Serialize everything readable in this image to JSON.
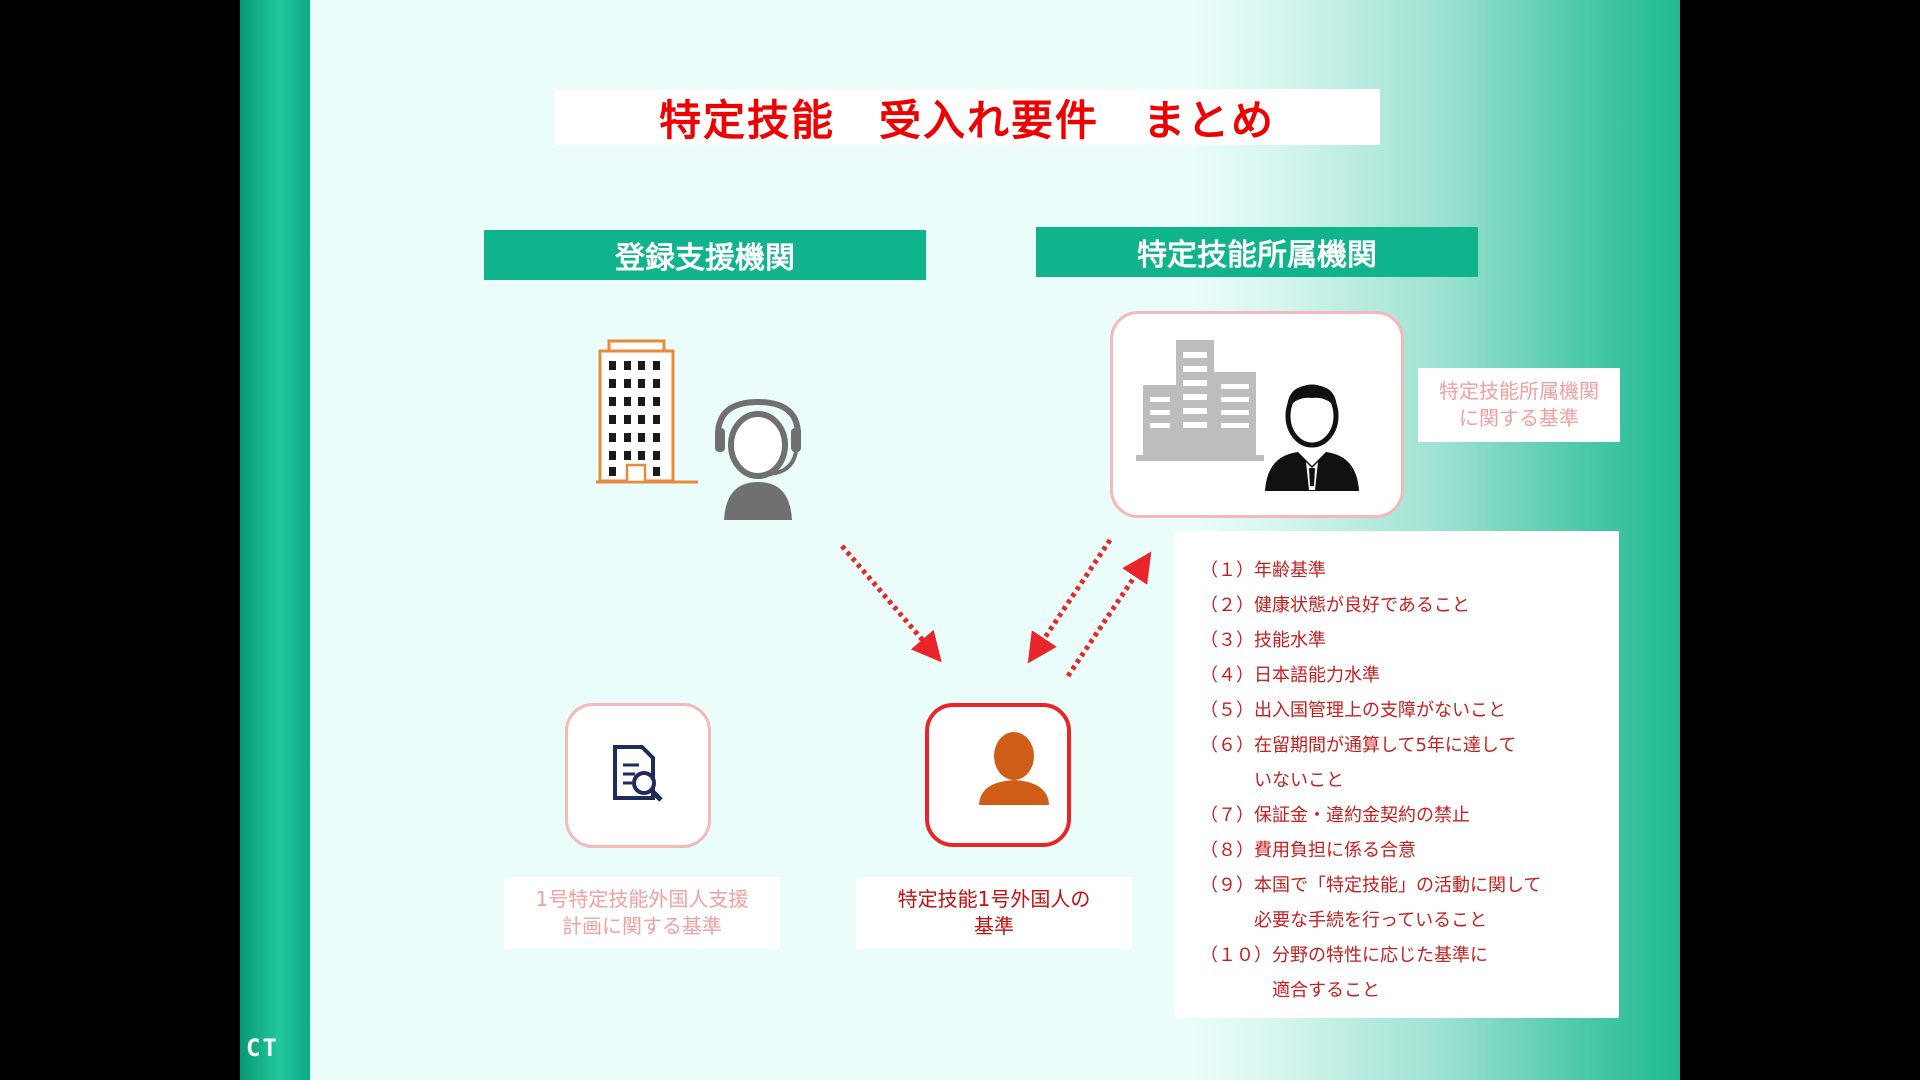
{
  "slide": {
    "title": "特定技能　受入れ要件　まとめ",
    "logo": "CT",
    "colors": {
      "accent_green": "#0fb38c",
      "title_red": "#ee0000",
      "arrow_red": "#e8262a",
      "pale_pink": "#f1a0a0"
    }
  },
  "headers": {
    "registered_support_org": "登録支援機関",
    "affiliated_org": "特定技能所属機関"
  },
  "labels": {
    "affiliated_org_criteria": "特定技能所属機関\nに関する基準",
    "support_plan_criteria": "1号特定技能外国人支援\n計画に関する基準",
    "foreign_worker_criteria": "特定技能1号外国人の\n基準"
  },
  "icons": {
    "building": "office-building-icon",
    "operator": "headset-operator-icon",
    "company": "company-buildings-icon",
    "businessman": "businessman-icon",
    "document": "document-search-icon",
    "person": "person-icon"
  },
  "criteria": [
    "（１）年齢基準",
    "（２）健康状態が良好であること",
    "（３）技能水準",
    "（４）日本語能力水準",
    "（５）出入国管理上の支障がないこと",
    "（６）在留期間が通算して5年に達して",
    "　　　いないこと",
    "（７）保証金・違約金契約の禁止",
    "（８）費用負担に係る合意",
    "（９）本国で「特定技能」の活動に関して",
    "　　　必要な手続を行っていること",
    "（１０）分野の特性に応じた基準に",
    "　　　　適合すること"
  ]
}
